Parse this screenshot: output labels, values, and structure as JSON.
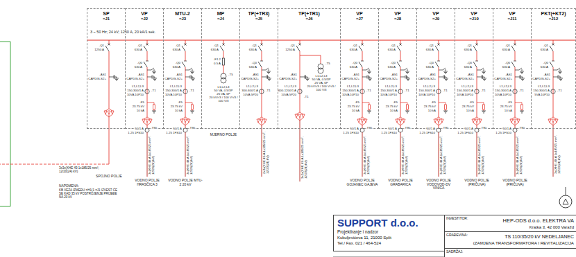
{
  "diagram": {
    "nodes": [
      {
        "text": [
          "SP",
          "=J1"
        ]
      },
      {
        "text": [
          "VP",
          "=J2"
        ]
      },
      {
        "text": [
          "MTU-2",
          "=J3"
        ]
      },
      {
        "text": [
          "MP",
          "=J4"
        ]
      },
      {
        "text": [
          "TP(+TR3)",
          "=J5"
        ]
      },
      {
        "text": [
          "TP(+TR1)",
          "=J6"
        ]
      },
      {
        "text": [
          "VP",
          "=J7"
        ]
      },
      {
        "text": [
          "VP",
          "=J8"
        ]
      },
      {
        "text": [
          "VP",
          "=J9"
        ]
      },
      {
        "text": [
          "VP",
          "=J10"
        ]
      },
      {
        "text": [
          "VP",
          "=J11"
        ]
      },
      {
        "text": [
          "PKT(+KT2)",
          "=J12"
        ]
      },
      {
        "text": [
          "SUPPORT d.o.o.",
          "Projektiranje i nadzor",
          "Kukuljevićeva 11, 21000 Split",
          "Tel./ Fax. 021 / 464-524"
        ]
      },
      {
        "text": [
          "INVESTITOR:",
          "HEP-ODS d.o.o. ELEKTRA VA",
          "Kratka 3, 42 000 Varažd"
        ]
      },
      {
        "text": [
          "GRAĐEVINA:",
          "TS 110/35/20 kV NEDELJANEC",
          "(ZAMJENA TRANSFORMATORA I REVITALIZACIJA"
        ]
      },
      {
        "text": [
          "SADRŽAJ:"
        ]
      }
    ],
    "labels": [
      "3 ~ 50 Hz; 24 kV; 1250 A, 20 kA/1 sek.",
      "-Q1",
      "1250 A",
      "-AS1",
      "CAPDIS-S2+",
      "3x3x(XHE 49 1x185/25 mm², 12/20(24) kV)",
      "SPOJNO POLJE",
      "NAPOMENA:",
      "KB VEZA IZMEĐU =H1(1 =J1 IZVEST ĆE SE KAD 35 kV POSTROJENJE PRIJEĐE NA 20 kV",
      "-Q1",
      "630 A",
      "-Q0",
      "630 A",
      "-AS1",
      "CAPDIS-S2+",
      "L1,L2,L3",
      "150-300/1 A",
      "10VA 10P10",
      "-T1",
      "-F5",
      "23.75 kV",
      "10 kA",
      "50/1 A",
      "1.25 1FS10",
      "-T90",
      "3x(XHE 49-A 1x185/25 mm², 12/20(24) kV)",
      "VODNO POLJE HRASČICA 3",
      "-Q1",
      "630 A",
      "-Q0",
      "630 A",
      "-AS1",
      "CAPDIS-S2+",
      "L1,L2,L3",
      "150-300/1 A",
      "10VA 10P10",
      "-T1",
      "-F5",
      "23.75 kV",
      "10 kA",
      "50/1 A",
      "1.25 1FS10",
      "-T90",
      "3x(XHE 49-A 1x185/25 mm², 12/20(24) kV)",
      "VODNO POLJE MTU-2 20 kV",
      "-Q1",
      "630 A",
      "-F1.2",
      "0.5 A",
      "-T5",
      "L1,L2,L3",
      "50 VA, 0.5/3P",
      "25 VA, 6P",
      "20 kV/√3 / 100 V/√3 / 100 V/3",
      "MJERNO POLJE",
      "-Q1",
      "630 A",
      "-Q0",
      "630 A",
      "-AS1",
      "CAPDIS-S2+",
      "L1,L2,L3",
      "300-600/1 A",
      "10VA 5P20",
      "-T1",
      "2x3x(XHE 49-A 1x185/25 mm², 12/20(24) kV)",
      "-Q1",
      "1250 A",
      "-AS1",
      "CAPDIS-S2+",
      "L1,L2,L3",
      "600-1200/1 A",
      "10VA 5P20",
      "-T1",
      "-T5",
      "L1,L2,L3",
      "50 VA, 0.5/3P",
      "25 VA, 6P",
      "20 kV/√3 / 100 V/√3 / 100 V/3",
      "3x2x(XHE 49-A 1x185/25 mm², 12/20(24) kV)",
      "-Q1",
      "630 A",
      "-Q0",
      "630 A",
      "-AS1",
      "CAPDIS-S2+",
      "L1,L2,L3",
      "150-300/1 A",
      "10VA 10P10",
      "-T1",
      "-F5",
      "23.75 kV",
      "10 kA",
      "50/1 A",
      "1.25 1FS10",
      "-T90",
      "3x(XHE 49-A 1x185/25 mm², 12/20(24) kV)",
      "VODNO POLJE GOJANEC GAJEVA",
      "-Q1",
      "630 A",
      "-Q0",
      "630 A",
      "-AS1",
      "CAPDIS-S2+",
      "L1,L2,L3",
      "150-300/1 A",
      "10VA 10P10",
      "-T1",
      "-F5",
      "23.75 kV",
      "10 kA",
      "50/1 A",
      "1.25 1FS10",
      "-T90",
      "3x(XHE 49-A 1x185/25 mm², 12/20(24) kV)",
      "VODNO POLJE GRABARICA",
      "-Q1",
      "630 A",
      "-Q0",
      "630 A",
      "-AS1",
      "CAPDIS-S2+",
      "L1,L2,L3",
      "150-300/1 A",
      "10VA 10P10",
      "-T1",
      "-F5",
      "23.75 kV",
      "10 kA",
      "50/1 A",
      "1.25 1FS10",
      "-T90",
      "3x(XHE 49-A 1x185/25 mm², 12/20(24) kV)",
      "VODNO POLJE VODOVOD-DV VINICA",
      "-Q1",
      "630 A",
      "-Q0",
      "630 A",
      "-AS1",
      "CAPDIS-S2+",
      "L1,L2,L3",
      "150-300/1 A",
      "10VA 10P10",
      "-T1",
      "-F5",
      "23.75 kV",
      "10 kA",
      "50/1 A",
      "1.25 1FS10",
      "-T90",
      "3x(XHE 49-A 1x185/25 mm², 12/20(24) kV)",
      "VODNO POLJE (PRIČUVA)",
      "-Q1",
      "630 A",
      "-Q0",
      "630 A",
      "-AS1",
      "CAPDIS-S2+",
      "L1,L2,L3",
      "150-300/1 A",
      "10VA 10P10",
      "-T1",
      "-F5",
      "23.75 kV",
      "10 kA",
      "50/1 A",
      "1.25 1FS10",
      "-T90",
      "3x(XHE 49-A 1x185/25 mm², 12/20(24) kV)",
      "VODNO POLJE (PRIČUVA)",
      "-Q1",
      "630 A",
      "-Q0",
      "630 A",
      "-AS1",
      "CAPDIS-S2+",
      "L1,L2,L3",
      "150-300/1 A",
      "5VA 10P10",
      "-T1",
      "3x(XHE 49-A 1x185/25 mm², 12/20(24) kV)"
    ]
  }
}
